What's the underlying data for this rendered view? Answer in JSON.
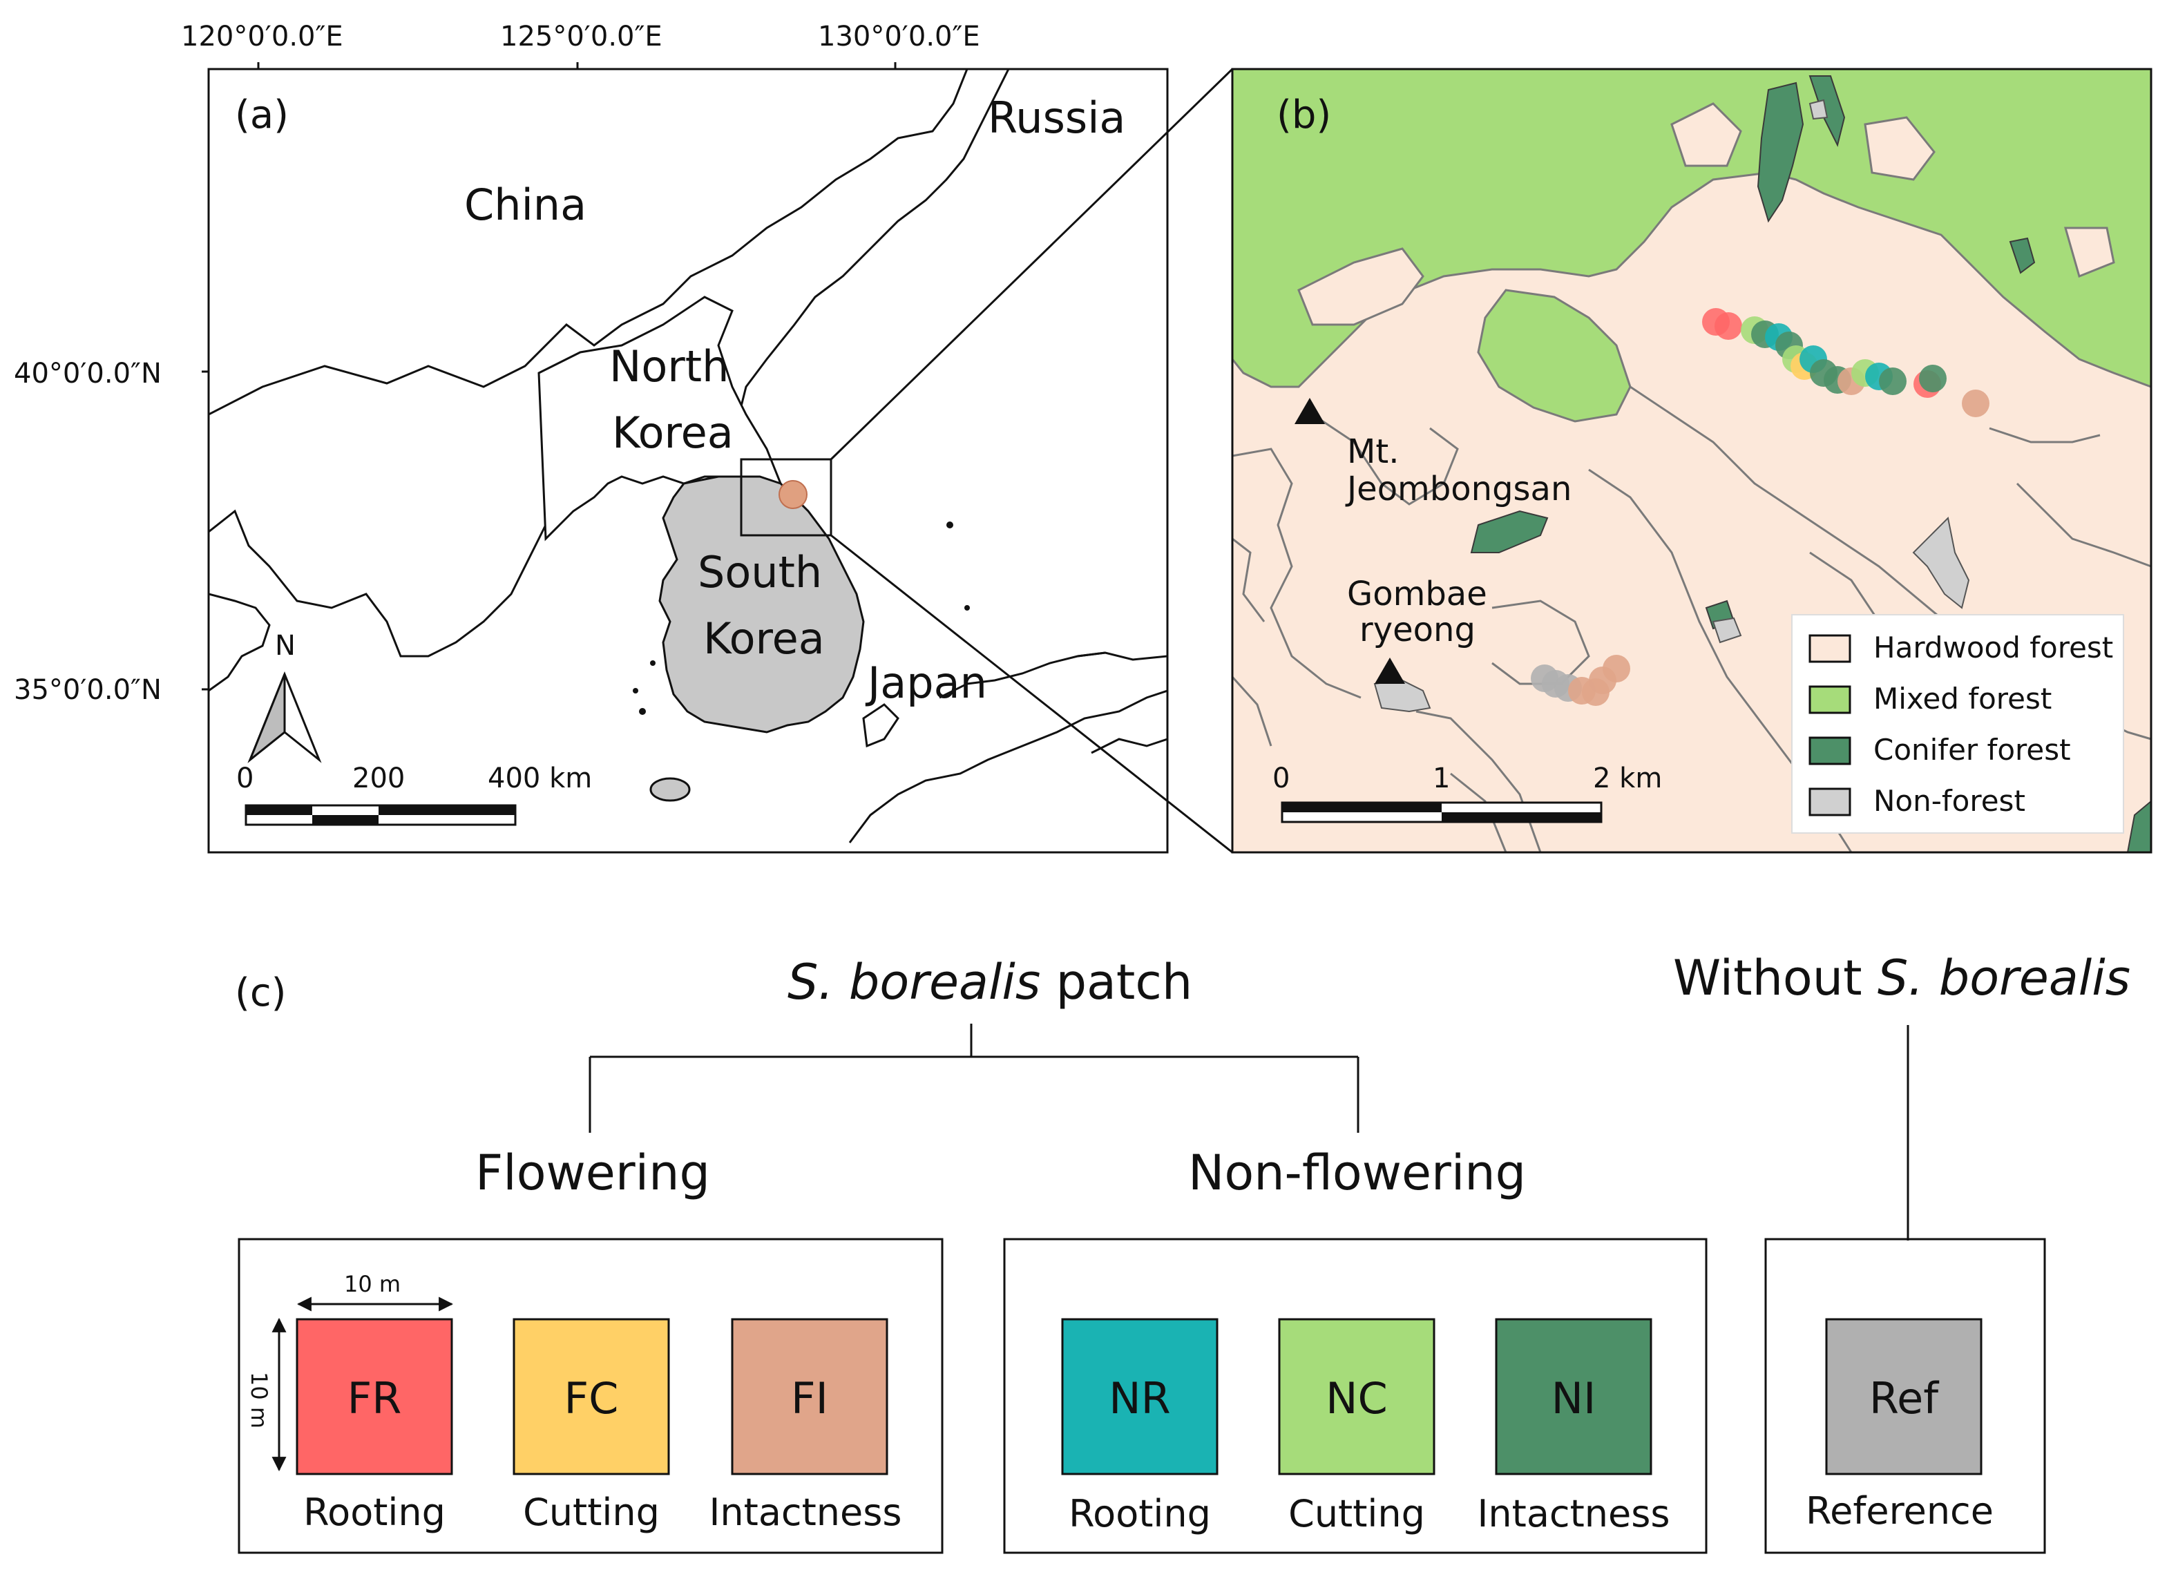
{
  "panel_a": {
    "letter": "(a)",
    "lon_ticks": [
      "120°0′0.0″E",
      "125°0′0.0″E",
      "130°0′0.0″E"
    ],
    "lat_ticks": [
      "40°0′0.0″N",
      "35°0′0.0″N"
    ],
    "countries": {
      "china": "China",
      "russia": "Russia",
      "nk1": "North",
      "nk2": "Korea",
      "sk1": "South",
      "sk2": "Korea",
      "japan": "Japan"
    },
    "north_label": "N",
    "scale": {
      "t0": "0",
      "t1": "200",
      "t2": "400 km"
    },
    "colors": {
      "south_korea": "#c8c8c8",
      "site": "#e0a080"
    }
  },
  "panel_b": {
    "letter": "(b)",
    "peaks": {
      "mt1": "Mt.",
      "mt2": "Jeombongsan",
      "gb1": "Gombae",
      "gb2": "ryeong"
    },
    "scale": {
      "t0": "0",
      "t1": "1",
      "t2": "2 km"
    },
    "legend": [
      {
        "label": "Hardwood forest",
        "color": "#fce8da"
      },
      {
        "label": "Mixed forest",
        "color": "#a6dc7a"
      },
      {
        "label": "Conifer forest",
        "color": "#4d9068"
      },
      {
        "label": "Non-forest",
        "color": "#d0d0d0"
      }
    ]
  },
  "panel_c": {
    "letter": "(c)",
    "patch_title_italic": "S. borealis",
    "patch_title_rest": " patch",
    "without_prefix": "Without ",
    "without_italic": "S. borealis",
    "flowering": "Flowering",
    "nonflowering": "Non-flowering",
    "dim_w": "10 m",
    "dim_h": "10 m",
    "plots": [
      {
        "code": "FR",
        "caption": "Rooting",
        "color": "#ff6666"
      },
      {
        "code": "FC",
        "caption": "Cutting",
        "color": "#ffd066"
      },
      {
        "code": "FI",
        "caption": "Intactness",
        "color": "#e0a58a"
      },
      {
        "code": "NR",
        "caption": "Rooting",
        "color": "#1ab3b3"
      },
      {
        "code": "NC",
        "caption": "Cutting",
        "color": "#a6dc7a"
      },
      {
        "code": "NI",
        "caption": "Intactness",
        "color": "#4d9068"
      },
      {
        "code": "Ref",
        "caption": "Reference",
        "color": "#b0b0b0"
      }
    ]
  }
}
